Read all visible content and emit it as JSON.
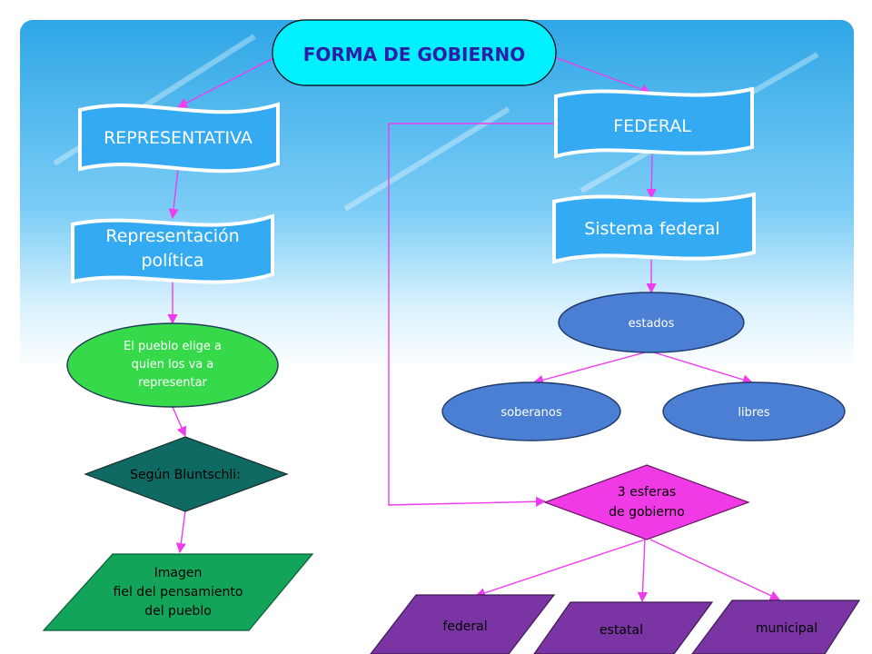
{
  "title": "FORMA DE GOBIERNO",
  "nodes": {
    "representativa": "REPRESENTATIVA",
    "representacion": [
      "Representación",
      "política"
    ],
    "pueblo_elige": [
      "El pueblo elige a",
      "quien los va a",
      "representar"
    ],
    "segun": "Según Bluntschli:",
    "imagen": [
      "Imagen",
      "fiel del pensamiento",
      "del pueblo"
    ],
    "federal_banner": "FEDERAL",
    "sistema_federal": "Sistema federal",
    "estados": "estados",
    "soberanos": "soberanos",
    "libres": "libres",
    "tres_esferas": [
      "3 esferas",
      "de gobierno"
    ],
    "federal": "federal",
    "estatal": "estatal",
    "municipal": "municipal"
  },
  "colors": {
    "banner_blue": "#33aaf2",
    "title_fill": "#00f0ff",
    "title_text": "#2d1ea8",
    "green_oval": "#36d94a",
    "teal_diamond": "#0e6a63",
    "green_para": "#12a55a",
    "blue_oval": "#4a7fd4",
    "magenta": "#f03ae6",
    "purple": "#7a34a3",
    "connector": "#ee3cee"
  }
}
